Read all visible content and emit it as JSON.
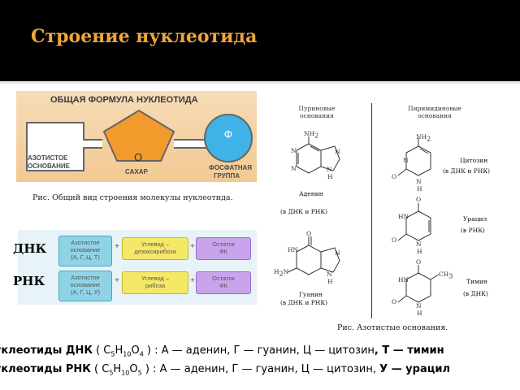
{
  "slide": {
    "title": "Строение нуклеотида"
  },
  "formula": {
    "title": "ОБЩАЯ ФОРМУЛА НУКЛЕОТИДА",
    "base_label_1": "АЗОТИСТОЕ",
    "base_label_2": "ОСНОВАНИЕ",
    "sugar_label": "САХАР",
    "sugar_o": "О",
    "phosphate_letter": "Ф",
    "phosphate_label_1": "ФОСФАТНАЯ",
    "phosphate_label_2": "ГРУППА",
    "caption": "Рис. Общий вид строения молекулы нуклеотида."
  },
  "schemes": {
    "dna_label": "ДНК",
    "rna_label": "РНК",
    "dna_base": "Азотистое\nоснование\n(А, Г, Ц, Т)",
    "dna_sugar": "Углевод –\nдезоксирибоза",
    "dna_rest": "Остаток\nФК",
    "rna_base": "Азотистое\nоснование\n(А, Г, Ц, У)",
    "rna_sugar": "Углевод –\nрибоза",
    "rna_rest": "Остаток\nФК",
    "plus": "+"
  },
  "bases": {
    "purine_head_1": "Пуриновые",
    "purine_head_2": "основания",
    "pyrimidine_head_1": "Пиримидиновые",
    "pyrimidine_head_2": "основания",
    "adenine": "Аденин",
    "adenine_where": "(в ДНК и РНК)",
    "guanine": "Гуанин",
    "guanine_where": "(в ДНК и РНК)",
    "cytosine": "Цитозин",
    "cytosine_where": "(в ДНК и РНК)",
    "uracil": "Урацил",
    "uracil_where": "(в РНК)",
    "thymine": "Тимин",
    "thymine_where": "(в ДНК)",
    "atoms": {
      "nh2": "NH",
      "n": "N",
      "h": "H",
      "hn": "HN",
      "h2n": "H",
      "o": "O",
      "ch3": "CH"
    },
    "caption": "Рис. Азотистые основания."
  },
  "bottom": {
    "dna_lead": "Нуклеотиды ДНК",
    "dna_formula_pre": " ( С",
    "dna_formula_h": "Н",
    "dna_formula_o": "О",
    "dna_formula_post": " ) : А — аденин,  Г — гуанин, Ц — цитозин",
    "dna_tail": ", Т — тимин",
    "rna_lead": "Нуклеотиды РНК",
    "rna_formula_pre": " ( С",
    "rna_formula_h": "Н",
    "rna_formula_o": "О",
    "rna_formula_post": " ) : А — аденин, Г — гуанин, Ц — цитозин, ",
    "rna_tail": "У — урацил",
    "sub5": "5",
    "sub10": "10",
    "sub4": "4",
    "sub5b": "5"
  }
}
